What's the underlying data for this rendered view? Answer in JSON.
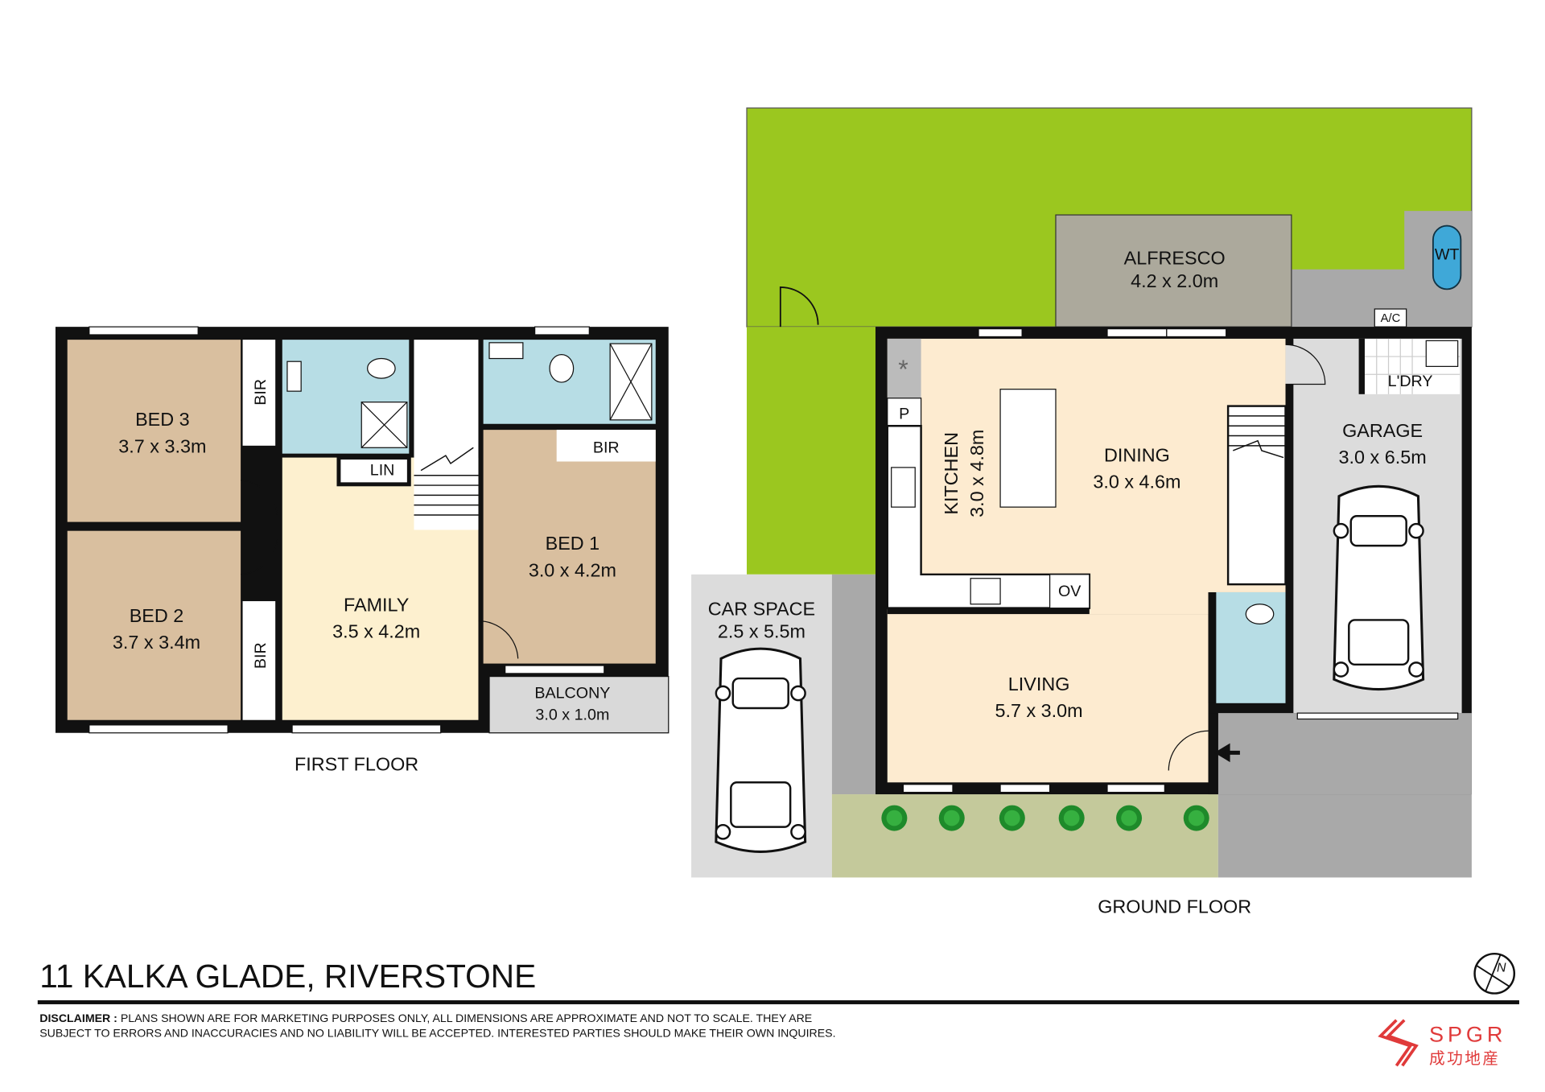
{
  "title": "11 KALKA GLADE, RIVERSTONE",
  "disclaimer": {
    "label": "DISCLAIMER :",
    "line1": "PLANS SHOWN ARE FOR MARKETING PURPOSES ONLY,  ALL DIMENSIONS ARE APPROXIMATE AND NOT TO SCALE.  THEY ARE",
    "line2": "SUBJECT TO ERRORS AND INACCURACIES AND NO LIABILITY WILL BE ACCEPTED. INTERESTED PARTIES SHOULD MAKE THEIR OWN INQUIRES."
  },
  "logo": {
    "name": "SPGR",
    "sub": "成功地産"
  },
  "compass": "N",
  "colors": {
    "bed": "#d9bf9f",
    "living": "#fdebd0",
    "family": "#fdf0cf",
    "wet": "#b7dde5",
    "lawn": "#9bc71f",
    "alfresco": "#aca99c",
    "paving": "#a9a9a9",
    "garage": "#dcdcdc",
    "garden": "#c4c99b",
    "brand": "#e03a3a"
  },
  "first_floor": {
    "label": "FIRST FLOOR",
    "bed3": {
      "name": "BED 3",
      "size": "3.7 x 3.3m"
    },
    "bed2": {
      "name": "BED 2",
      "size": "3.7 x 3.4m"
    },
    "family": {
      "name": "FAMILY",
      "size": "3.5 x 4.2m"
    },
    "bed1": {
      "name": "BED 1",
      "size": "3.0 x 4.2m"
    },
    "balcony": {
      "name": "BALCONY",
      "size": "3.0 x 1.0m"
    },
    "bir": "BIR",
    "lin": "LIN"
  },
  "ground_floor": {
    "label": "GROUND FLOOR",
    "alfresco": {
      "name": "ALFRESCO",
      "size": "4.2 x 2.0m"
    },
    "kitchen": {
      "name": "KITCHEN",
      "size": "3.0 x 4.8m"
    },
    "dining": {
      "name": "DINING",
      "size": "3.0 x 4.6m"
    },
    "living": {
      "name": "LIVING",
      "size": "5.7 x 3.0m"
    },
    "garage": {
      "name": "GARAGE",
      "size": "3.0 x 6.5m"
    },
    "car_space": {
      "name": "CAR SPACE",
      "size": "2.5 x 5.5m"
    },
    "laundry": "L'DRY",
    "wt": "WT",
    "ac": "A/C",
    "pantry": "P",
    "oven": "OV"
  }
}
